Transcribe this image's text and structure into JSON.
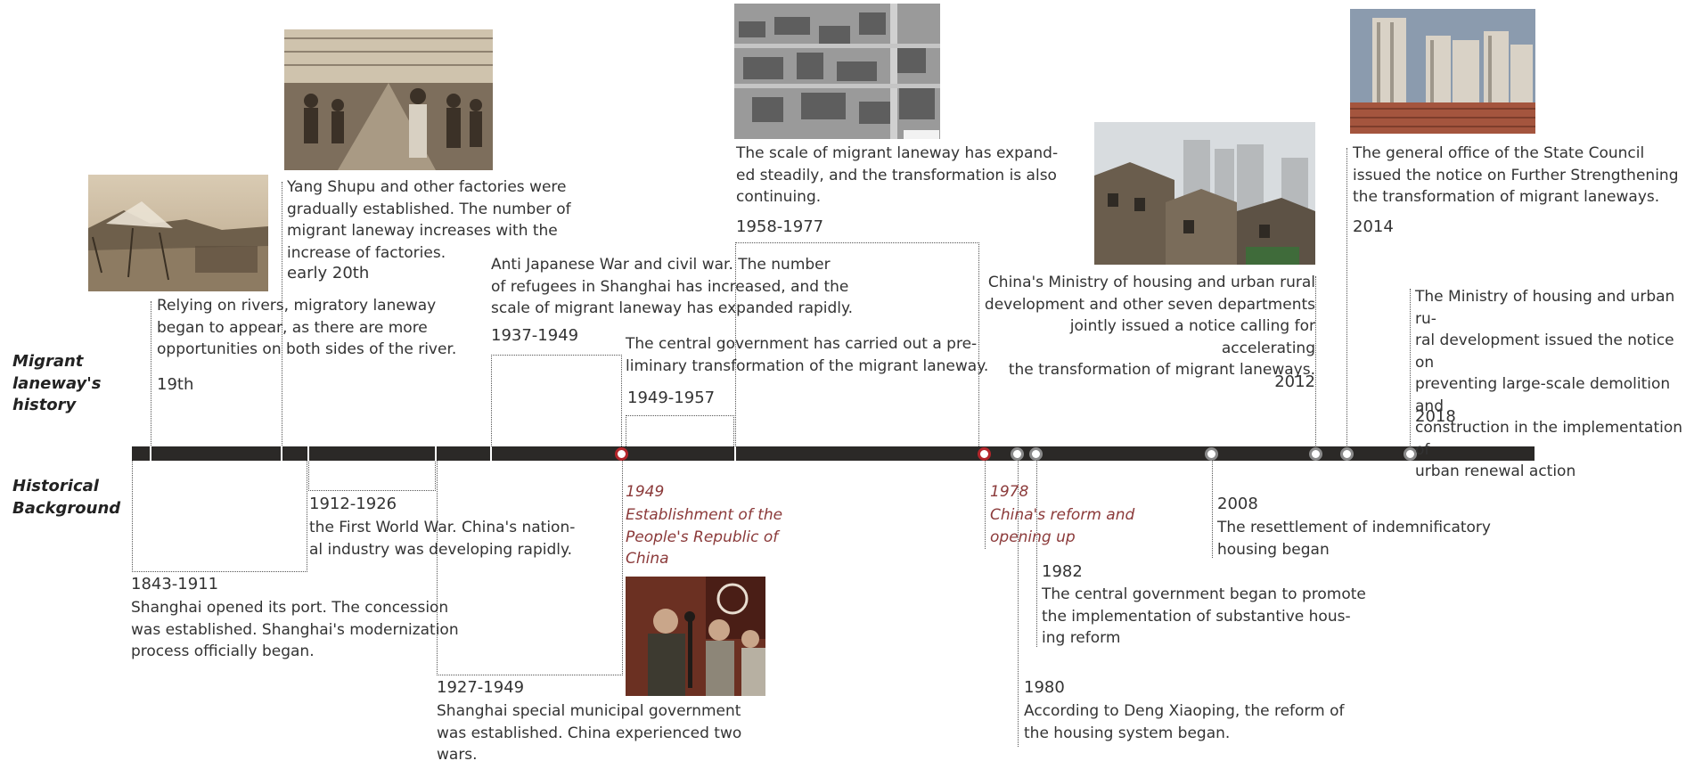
{
  "side_labels": {
    "migrant": "Migrant\nlaneway's\nhistory",
    "background": "Historical\nBackground"
  },
  "history": [
    {
      "year": "19th",
      "text": "Relying on rivers, migratory laneway\nbegan to appear,  as there are more\nopportunities on both sides of the river.",
      "photo": "riverside-shacks-photo"
    },
    {
      "year": "early 20th",
      "text": "Yang Shupu and other factories were\ngradually established. The number of\nmigrant laneway increases with the\nincrease of factories.",
      "photo": "factory-workers-photo"
    },
    {
      "year": "1937-1949",
      "text": "Anti Japanese War and civil war. The number\nof refugees in Shanghai has increased, and the\nscale of migrant laneway has expanded rapidly."
    },
    {
      "year": "1949-1957",
      "text": "The central government has carried out a pre-\nliminary transformation of the migrant laneway."
    },
    {
      "year": "1958-1977",
      "text": "The scale of migrant laneway has expand-\ned steadily, and the transformation is also\ncontinuing.",
      "photo": "aerial-laneway-photo"
    },
    {
      "year": "2012",
      "text": "China's Ministry of housing and urban rural\ndevelopment and other seven departments\njointly issued a notice calling for accelerating\nthe transformation of migrant laneways.",
      "photo": "old-houses-highrise-photo"
    },
    {
      "year": "2014",
      "text": "The general office of the State Council\nissued the notice on Further Strengthening\nthe transformation of migrant laneways.",
      "photo": "highrise-towers-photo"
    },
    {
      "year": "2018",
      "text": "The Ministry of housing and urban ru-\nral development issued the notice on\npreventing large-scale demolition and\nconstruction in the implementation of\nurban renewal action"
    }
  ],
  "background": [
    {
      "year": "1843-1911",
      "text": "Shanghai opened its port. The concession\nwas established. Shanghai's modernization\nprocess officially began."
    },
    {
      "year": "1912-1926",
      "text": "the First World War. China's nation-\nal industry was developing rapidly."
    },
    {
      "year": "1927-1949",
      "text": "Shanghai special municipal government\nwas established. China experienced two\nwars."
    },
    {
      "year": "1949",
      "text": "Establishment of the\nPeople's Republic of\nChina",
      "photo": "mao-proclamation-photo"
    },
    {
      "year": "1978",
      "text": "China's reform and\nopening up"
    },
    {
      "year": "1980",
      "text": "According to Deng Xiaoping, the reform of\nthe housing system began."
    },
    {
      "year": "1982",
      "text": "The central government began to promote\nthe implementation of substantive hous-\ning reform"
    },
    {
      "year": "2008",
      "text": "The resettlement of indemnificatory\nhousing began"
    }
  ],
  "colors": {
    "bar": "#2b2927",
    "node_red": "#b3262b",
    "node_gray": "#8a8a8a",
    "accent_text": "#8b3a3a"
  }
}
